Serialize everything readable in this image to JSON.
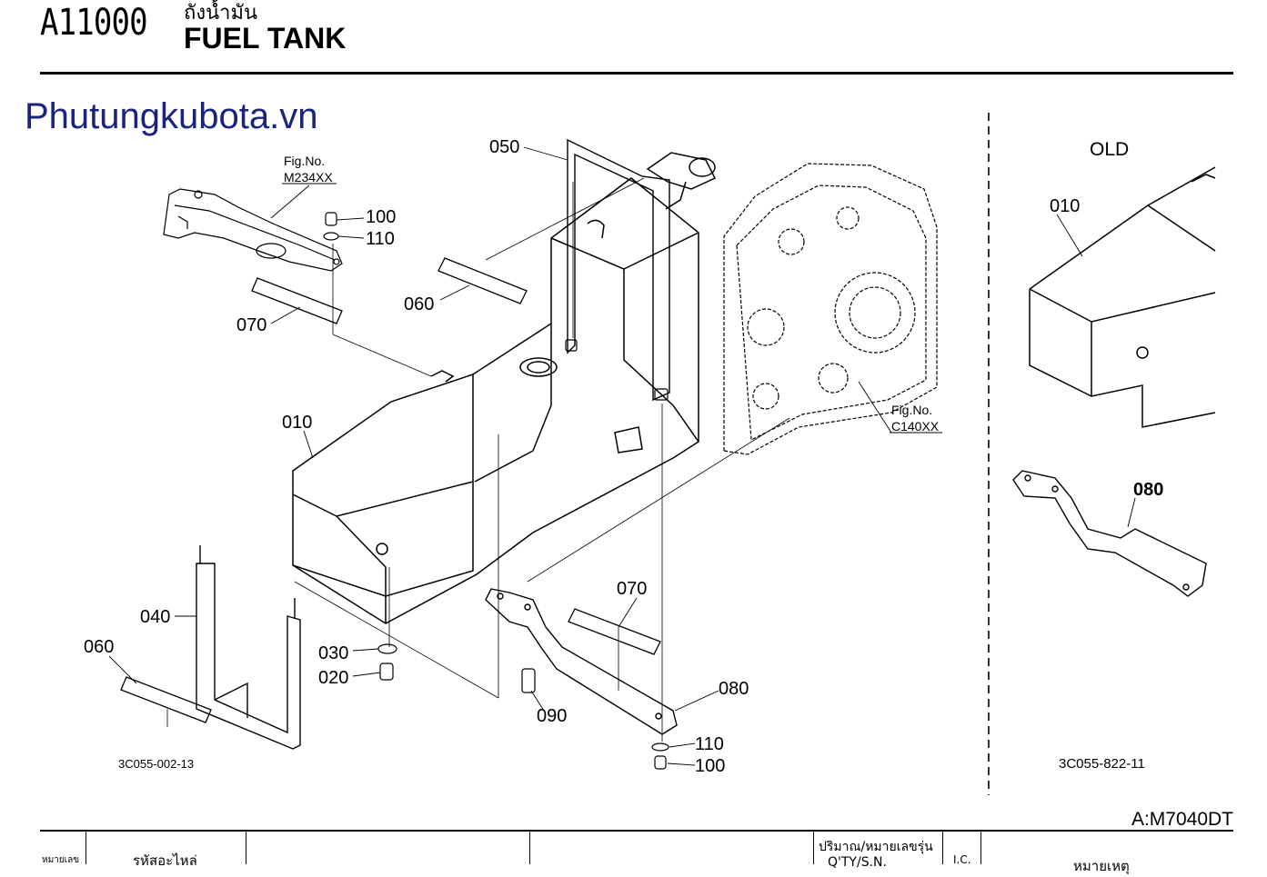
{
  "header": {
    "page_code": "A11000",
    "title_thai": "ถังน้ำมัน",
    "title_en": "FUEL TANK"
  },
  "watermark": "Phutungkubota.vn",
  "model": "A:M7040DT",
  "old_label": "OLD",
  "figure_refs": {
    "ref1_title": "Fig.No.",
    "ref1_code": "M234XX",
    "ref2_title": "Fig.No.",
    "ref2_code": "C140XX"
  },
  "drawing_codes": {
    "main": "3C055-002-13",
    "old": "3C055-822-11"
  },
  "callouts": {
    "main": [
      "050",
      "100",
      "110",
      "060",
      "070",
      "010",
      "040",
      "060",
      "030",
      "020",
      "070",
      "090",
      "080",
      "110",
      "100"
    ],
    "old": [
      "010",
      "080"
    ]
  },
  "table_header": {
    "col_no": "หมายเลข",
    "col_part_code": "รหัสอะไหล่",
    "col_qty_sn": "ปริมาณ/หมายเลขรุ่น",
    "col_qty_sub": "Q'TY/S.N.",
    "col_ic": "I.C.",
    "col_remark": "หมายเหตุ"
  },
  "colors": {
    "watermark": "#1a237e",
    "line": "#000000"
  }
}
